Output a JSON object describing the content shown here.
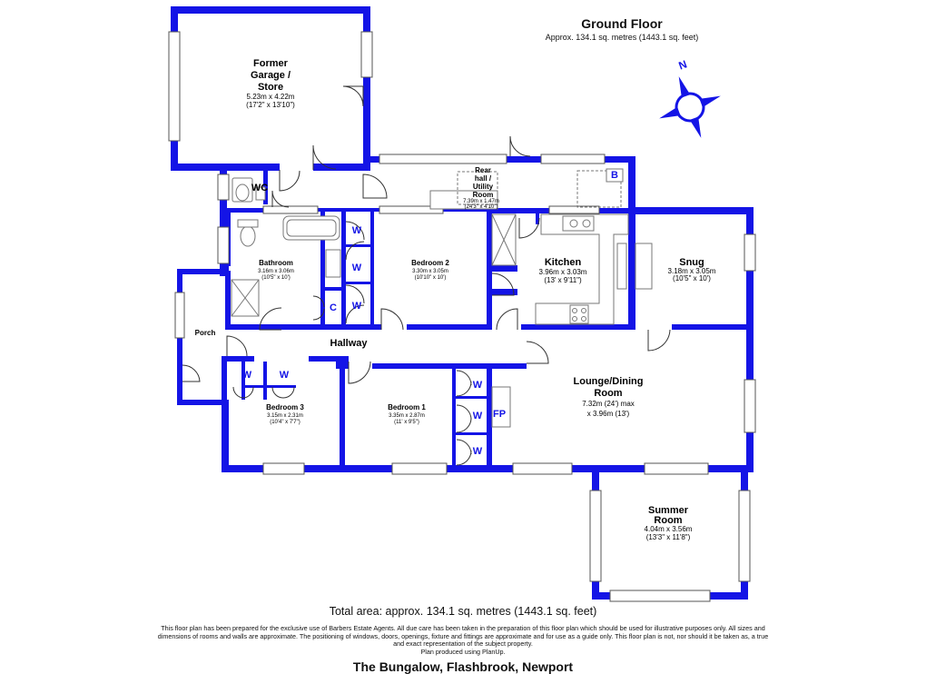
{
  "header": {
    "floor_title": "Ground Floor",
    "floor_area": "Approx. 134.1 sq. metres (1443.1 sq. feet)"
  },
  "compass": {
    "label": "N",
    "icon": "compass-rose-icon"
  },
  "rooms": {
    "garage": {
      "name1": "Former",
      "name2": "Garage /",
      "name3": "Store",
      "dim_m": "5.23m x 4.22m",
      "dim_ft": "(17'2\" x 13'10\")"
    },
    "wc": {
      "name": "WC"
    },
    "utility": {
      "name1": "Rear",
      "name2": "hall /",
      "name3": "Utility",
      "name4": "Room",
      "dim_m": "7.39m x 1.47m",
      "dim_ft": "(24'3\" x 4'10\")"
    },
    "bathroom": {
      "name": "Bathroom",
      "dim_m": "3.16m x 3.06m",
      "dim_ft": "(10'5\" x 10')"
    },
    "bedroom2": {
      "name": "Bedroom 2",
      "dim_m": "3.30m x 3.05m",
      "dim_ft": "(10'10\" x 10')"
    },
    "kitchen": {
      "name": "Kitchen",
      "dim_m": "3.96m x 3.03m",
      "dim_ft": "(13' x 9'11\")"
    },
    "snug": {
      "name": "Snug",
      "dim_m": "3.18m x 3.05m",
      "dim_ft": "(10'5\" x 10')"
    },
    "porch": {
      "name": "Porch"
    },
    "hallway": {
      "name": "Hallway"
    },
    "bedroom3": {
      "name": "Bedroom 3",
      "dim_m": "3.15m x 2.31m",
      "dim_ft": "(10'4\" x 7'7\")"
    },
    "bedroom1": {
      "name": "Bedroom 1",
      "dim_m": "3.35m x 2.87m",
      "dim_ft": "(11' x 9'5\")"
    },
    "lounge": {
      "name1": "Lounge/Dining",
      "name2": "Room",
      "dim1": "7.32m (24') max",
      "dim2": "x 3.96m (13')"
    },
    "summer": {
      "name1": "Summer",
      "name2": "Room",
      "dim_m": "4.04m x 3.56m",
      "dim_ft": "(13'3\" x 11'8\")"
    }
  },
  "labels": {
    "wardrobe": "W",
    "cupboard": "C",
    "fireplace": "FP",
    "boiler": "B"
  },
  "footer": {
    "total_area": "Total area: approx. 134.1 sq. metres (1443.1 sq. feet)",
    "disclaimer": "This floor plan has been prepared for the exclusive use of Barbers Estate Agents. All due care has been taken in the preparation of this floor plan which should be used for illustrative purposes only. All sizes and dimensions of rooms and walls are approximate. The positioning of windows, doors, openings, fixture and fittings are approximate and for use as a guide only. This floor plan is not, nor should it be taken as, a true and exact representation of the subject property.",
    "credit": "Plan produced using PlanUp.",
    "address": "The Bungalow, Flashbrook, Newport"
  },
  "colors": {
    "wall": "#1414e6",
    "text": "#111111",
    "background": "#ffffff"
  }
}
